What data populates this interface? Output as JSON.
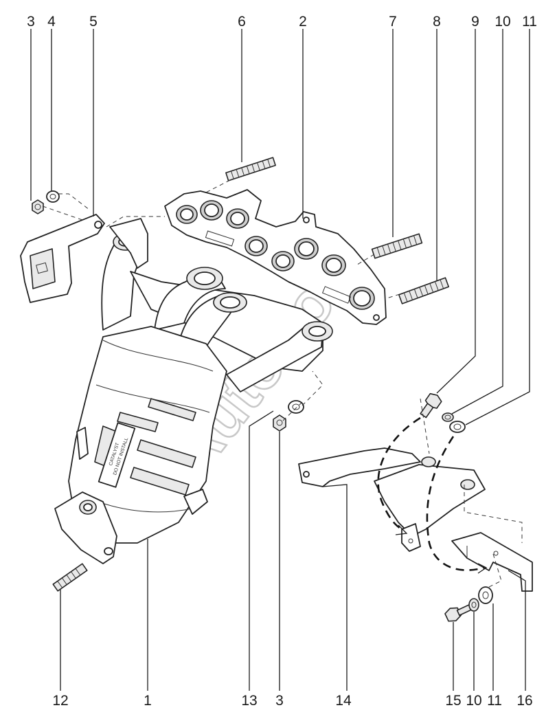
{
  "watermark": "AutoSoft",
  "callouts": {
    "c1": "1",
    "c2": "2",
    "c3a": "3",
    "c3b": "3",
    "c4": "4",
    "c5": "5",
    "c6": "6",
    "c7": "7",
    "c8": "8",
    "c9": "9",
    "c10a": "10",
    "c10b": "10",
    "c11a": "11",
    "c11b": "11",
    "c12": "12",
    "c13": "13",
    "c14": "14",
    "c15": "15",
    "c16": "16"
  },
  "catalyst_label": {
    "line1": "CATALYST",
    "line2": "DO NOT INSTALL"
  }
}
